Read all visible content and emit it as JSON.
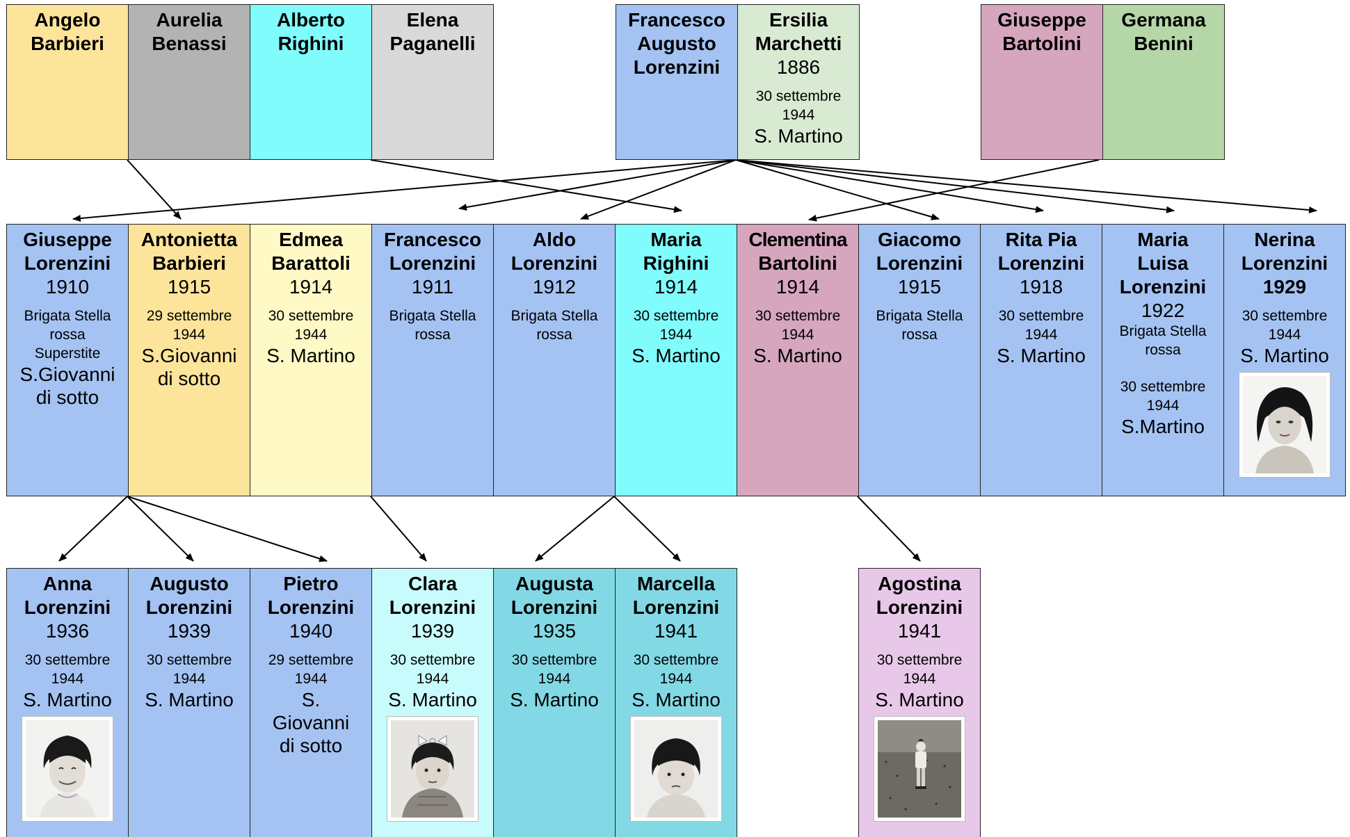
{
  "generation_0": [
    {
      "id": "angelo_barbieri",
      "name": [
        "Angelo",
        "Barbieri"
      ],
      "color": "#fde49b"
    },
    {
      "id": "aurelia_benassi",
      "name": [
        "Aurelia",
        "Benassi"
      ],
      "color": "#b3b3b3"
    },
    {
      "id": "alberto_righini",
      "name": [
        "Alberto",
        "Righini"
      ],
      "color": "#80fcfc"
    },
    {
      "id": "elena_paganelli",
      "name": [
        "Elena",
        "Paganelli"
      ],
      "color": "#d9d9d9"
    },
    {
      "id": "francesco_augusto_lorenzini",
      "name": [
        "Francesco",
        "Augusto",
        "Lorenzini"
      ],
      "color": "#a4c3f3"
    },
    {
      "id": "ersilia_marchetti",
      "name": [
        "Ersilia",
        "Marchetti"
      ],
      "year": "1886",
      "death_date": [
        "30 settembre",
        "1944"
      ],
      "place": "S. Martino",
      "color": "#d9ead3"
    },
    {
      "id": "giuseppe_bartolini",
      "name": [
        "Giuseppe",
        "Bartolini"
      ],
      "color": "#d5a6bd"
    },
    {
      "id": "germana_benini",
      "name": [
        "Germana",
        "Benini"
      ],
      "color": "#b5d7a8"
    }
  ],
  "generation_1": [
    {
      "id": "giuseppe_lorenzini",
      "name": [
        "Giuseppe",
        "Lorenzini"
      ],
      "year": "1910",
      "notes": [
        "Brigata Stella",
        "rossa",
        "Superstite"
      ],
      "place": [
        "S.Giovanni",
        "di sotto"
      ],
      "color": "#a4c3f3"
    },
    {
      "id": "antonietta_barbieri",
      "name": [
        "Antonietta",
        "Barbieri"
      ],
      "year": "1915",
      "death_date": [
        "29 settembre",
        "1944"
      ],
      "place": [
        "S.Giovanni",
        "di sotto"
      ],
      "color": "#fde49b"
    },
    {
      "id": "edmea_barattoli",
      "name": [
        "Edmea",
        "Barattoli"
      ],
      "year": "1914",
      "death_date": [
        "30 settembre",
        "1944"
      ],
      "place": "S. Martino",
      "color": "#fff9c5"
    },
    {
      "id": "francesco_lorenzini",
      "name": [
        "Francesco",
        "Lorenzini"
      ],
      "year": "1911",
      "notes": [
        "Brigata Stella",
        "rossa"
      ],
      "color": "#a4c3f3"
    },
    {
      "id": "aldo_lorenzini",
      "name": [
        "Aldo",
        "Lorenzini"
      ],
      "year": "1912",
      "notes": [
        "Brigata Stella",
        "rossa"
      ],
      "color": "#a4c3f3"
    },
    {
      "id": "maria_righini",
      "name": [
        "Maria",
        "Righini"
      ],
      "year": "1914",
      "death_date": [
        "30 settembre",
        "1944"
      ],
      "place": "S. Martino",
      "color": "#80fcfc"
    },
    {
      "id": "clementina_bartolini",
      "name": [
        "Clementina",
        "Bartolini"
      ],
      "year": "1914",
      "death_date": [
        "30 settembre",
        "1944"
      ],
      "place": "S. Martino",
      "color": "#d5a6bd"
    },
    {
      "id": "giacomo_lorenzini",
      "name": [
        "Giacomo",
        "Lorenzini"
      ],
      "year": "1915",
      "notes": [
        "Brigata Stella",
        "rossa"
      ],
      "color": "#a4c3f3"
    },
    {
      "id": "rita_pia_lorenzini",
      "name": [
        "Rita Pia",
        "Lorenzini"
      ],
      "year": "1918",
      "death_date": [
        "30 settembre",
        "1944"
      ],
      "place": "S. Martino",
      "color": "#a4c3f3"
    },
    {
      "id": "maria_luisa_lorenzini",
      "name": [
        "Maria",
        "Luisa",
        "Lorenzini"
      ],
      "year": "1922",
      "notes": [
        "Brigata Stella",
        "rossa"
      ],
      "death_date": [
        "30 settembre",
        "1944"
      ],
      "place": "S.Martino",
      "color": "#a4c3f3"
    },
    {
      "id": "nerina_lorenzini",
      "name": [
        "Nerina",
        "Lorenzini"
      ],
      "year": "1929",
      "death_date": [
        "30 settembre",
        "1944"
      ],
      "place": "S. Martino",
      "photo": "portrait-photo",
      "color": "#a4c3f3"
    }
  ],
  "generation_2": [
    {
      "id": "anna_lorenzini",
      "name": [
        "Anna",
        "Lorenzini"
      ],
      "year": "1936",
      "death_date": [
        "30 settembre",
        "1944"
      ],
      "place": "S. Martino",
      "photo": "portrait-photo",
      "color": "#a4c3f3"
    },
    {
      "id": "augusto_lorenzini",
      "name": [
        "Augusto",
        "Lorenzini"
      ],
      "year": "1939",
      "death_date": [
        "30 settembre",
        "1944"
      ],
      "place": "S. Martino",
      "color": "#a4c3f3"
    },
    {
      "id": "pietro_lorenzini",
      "name": [
        "Pietro",
        "Lorenzini"
      ],
      "year": "1940",
      "death_date": [
        "29 settembre",
        "1944"
      ],
      "place": [
        "S.",
        "Giovanni",
        "di sotto"
      ],
      "color": "#a4c3f3"
    },
    {
      "id": "clara_lorenzini",
      "name": [
        "Clara",
        "Lorenzini"
      ],
      "year": "1939",
      "death_date": [
        "30 settembre",
        "1944"
      ],
      "place": "S. Martino",
      "photo": "portrait-photo",
      "color": "#c8fcfc"
    },
    {
      "id": "augusta_lorenzini",
      "name": [
        "Augusta",
        "Lorenzini"
      ],
      "year": "1935",
      "death_date": [
        "30 settembre",
        "1944"
      ],
      "place": "S. Martino",
      "color": "#82d9e5"
    },
    {
      "id": "marcella_lorenzini",
      "name": [
        "Marcella",
        "Lorenzini"
      ],
      "year": "1941",
      "death_date": [
        "30 settembre",
        "1944"
      ],
      "place": "S. Martino",
      "photo": "portrait-photo",
      "color": "#82d9e5"
    },
    {
      "id": "agostina_lorenzini",
      "name": [
        "Agostina",
        "Lorenzini"
      ],
      "year": "1941",
      "death_date": [
        "30 settembre",
        "1944"
      ],
      "place": "S. Martino",
      "photo": "full-figure-photo",
      "color": "#e8c8e8"
    }
  ],
  "relations": [
    {
      "from": "angelo_barbieri + aurelia_benassi",
      "to": "antonietta_barbieri"
    },
    {
      "from": "alberto_righini + elena_paganelli",
      "to": "maria_righini"
    },
    {
      "from": "francesco_augusto_lorenzini + ersilia_marchetti",
      "to": [
        "giuseppe_lorenzini",
        "francesco_lorenzini",
        "aldo_lorenzini",
        "giacomo_lorenzini",
        "rita_pia_lorenzini",
        "maria_luisa_lorenzini",
        "nerina_lorenzini"
      ]
    },
    {
      "from": "giuseppe_bartolini + germana_benini",
      "to": "clementina_bartolini"
    },
    {
      "from": "giuseppe_lorenzini + antonietta_barbieri",
      "to": [
        "anna_lorenzini",
        "augusto_lorenzini",
        "pietro_lorenzini"
      ]
    },
    {
      "from": "edmea_barattoli + francesco_lorenzini",
      "to": "clara_lorenzini"
    },
    {
      "from": "aldo_lorenzini + maria_righini",
      "to": [
        "augusta_lorenzini",
        "marcella_lorenzini"
      ]
    },
    {
      "from": "clementina_bartolini + giacomo_lorenzini",
      "to": "agostina_lorenzini"
    }
  ]
}
